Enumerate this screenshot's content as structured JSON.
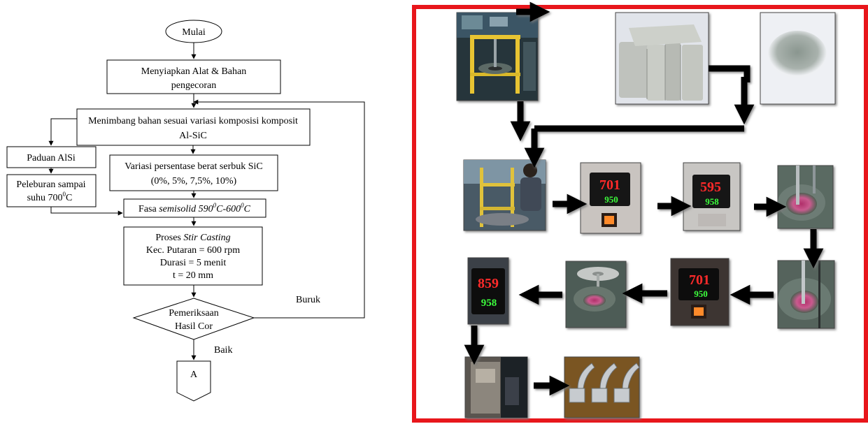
{
  "flowchart": {
    "start": "Mulai",
    "prepare": [
      "Menyiapkan Alat & Bahan",
      "pengecoran"
    ],
    "weigh": [
      "Menimbang bahan sesuai variasi komposisi komposit",
      "Al-SiC"
    ],
    "alloy": "Paduan AlSi",
    "melt": [
      "Peleburan sampai",
      "suhu 700",
      "0",
      "C"
    ],
    "variation": [
      "Variasi persentase berat serbuk SiC",
      "(0%, 5%, 7,5%, 10%)"
    ],
    "semisolid": [
      "Fasa ",
      "semisolid 590",
      "0",
      "C-600",
      "0",
      "C"
    ],
    "stir": {
      "line1_prefix": "Proses ",
      "line1_italic": "Stir Casting",
      "line2": "Kec. Putaran = 600 rpm",
      "line3": "Durasi = 5 menit",
      "line4": "t = 20 mm"
    },
    "inspect": [
      "Pemeriksaan",
      "Hasil Cor"
    ],
    "bad": "Buruk",
    "good": "Baik",
    "connector": "A"
  },
  "displays": {
    "d1": [
      "701",
      "950"
    ],
    "d2": [
      "595",
      "958"
    ],
    "d3": [
      "701",
      "950"
    ],
    "d4": [
      "859",
      "958"
    ]
  },
  "colors": {
    "frame": "#e8161b",
    "arrow": "#000000",
    "display_red": "#ff2a2a",
    "display_green": "#3cff3c"
  },
  "icons": {
    "fat_arrow": "arrow-icon"
  }
}
